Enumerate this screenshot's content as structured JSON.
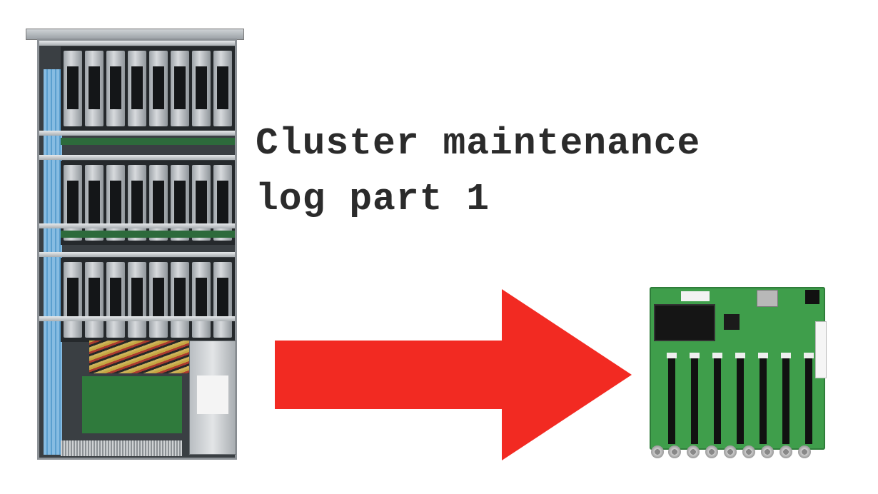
{
  "title": {
    "line1": "Cluster maintenance",
    "line2": "log part 1"
  },
  "images": {
    "left": "server-chassis-photo",
    "right": "controller-board-photo"
  },
  "arrow": {
    "color": "#f22a22",
    "direction": "right"
  },
  "colors": {
    "background": "#ffffff",
    "title_text": "#2b2b2b"
  }
}
